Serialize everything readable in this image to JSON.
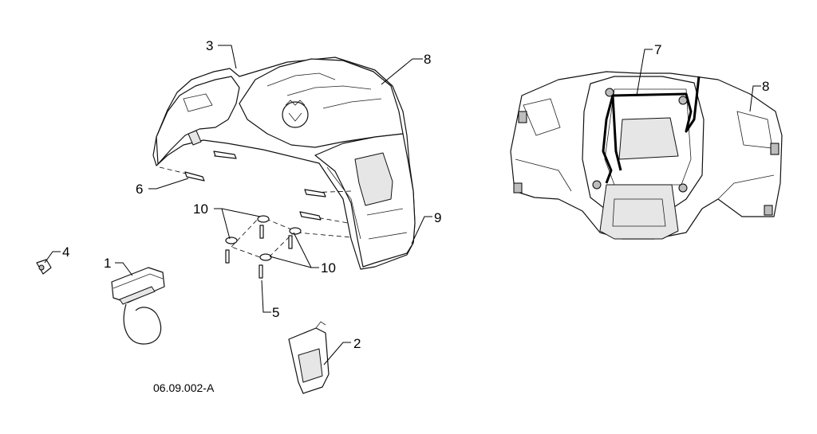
{
  "drawing_code": "06.09.002-A",
  "callouts": {
    "c1": "1",
    "c2": "2",
    "c3": "3",
    "c4": "4",
    "c5": "5",
    "c6": "6",
    "c7": "7",
    "c8a": "8",
    "c8b": "8",
    "c9": "9",
    "c10a": "10",
    "c10b": "10"
  }
}
